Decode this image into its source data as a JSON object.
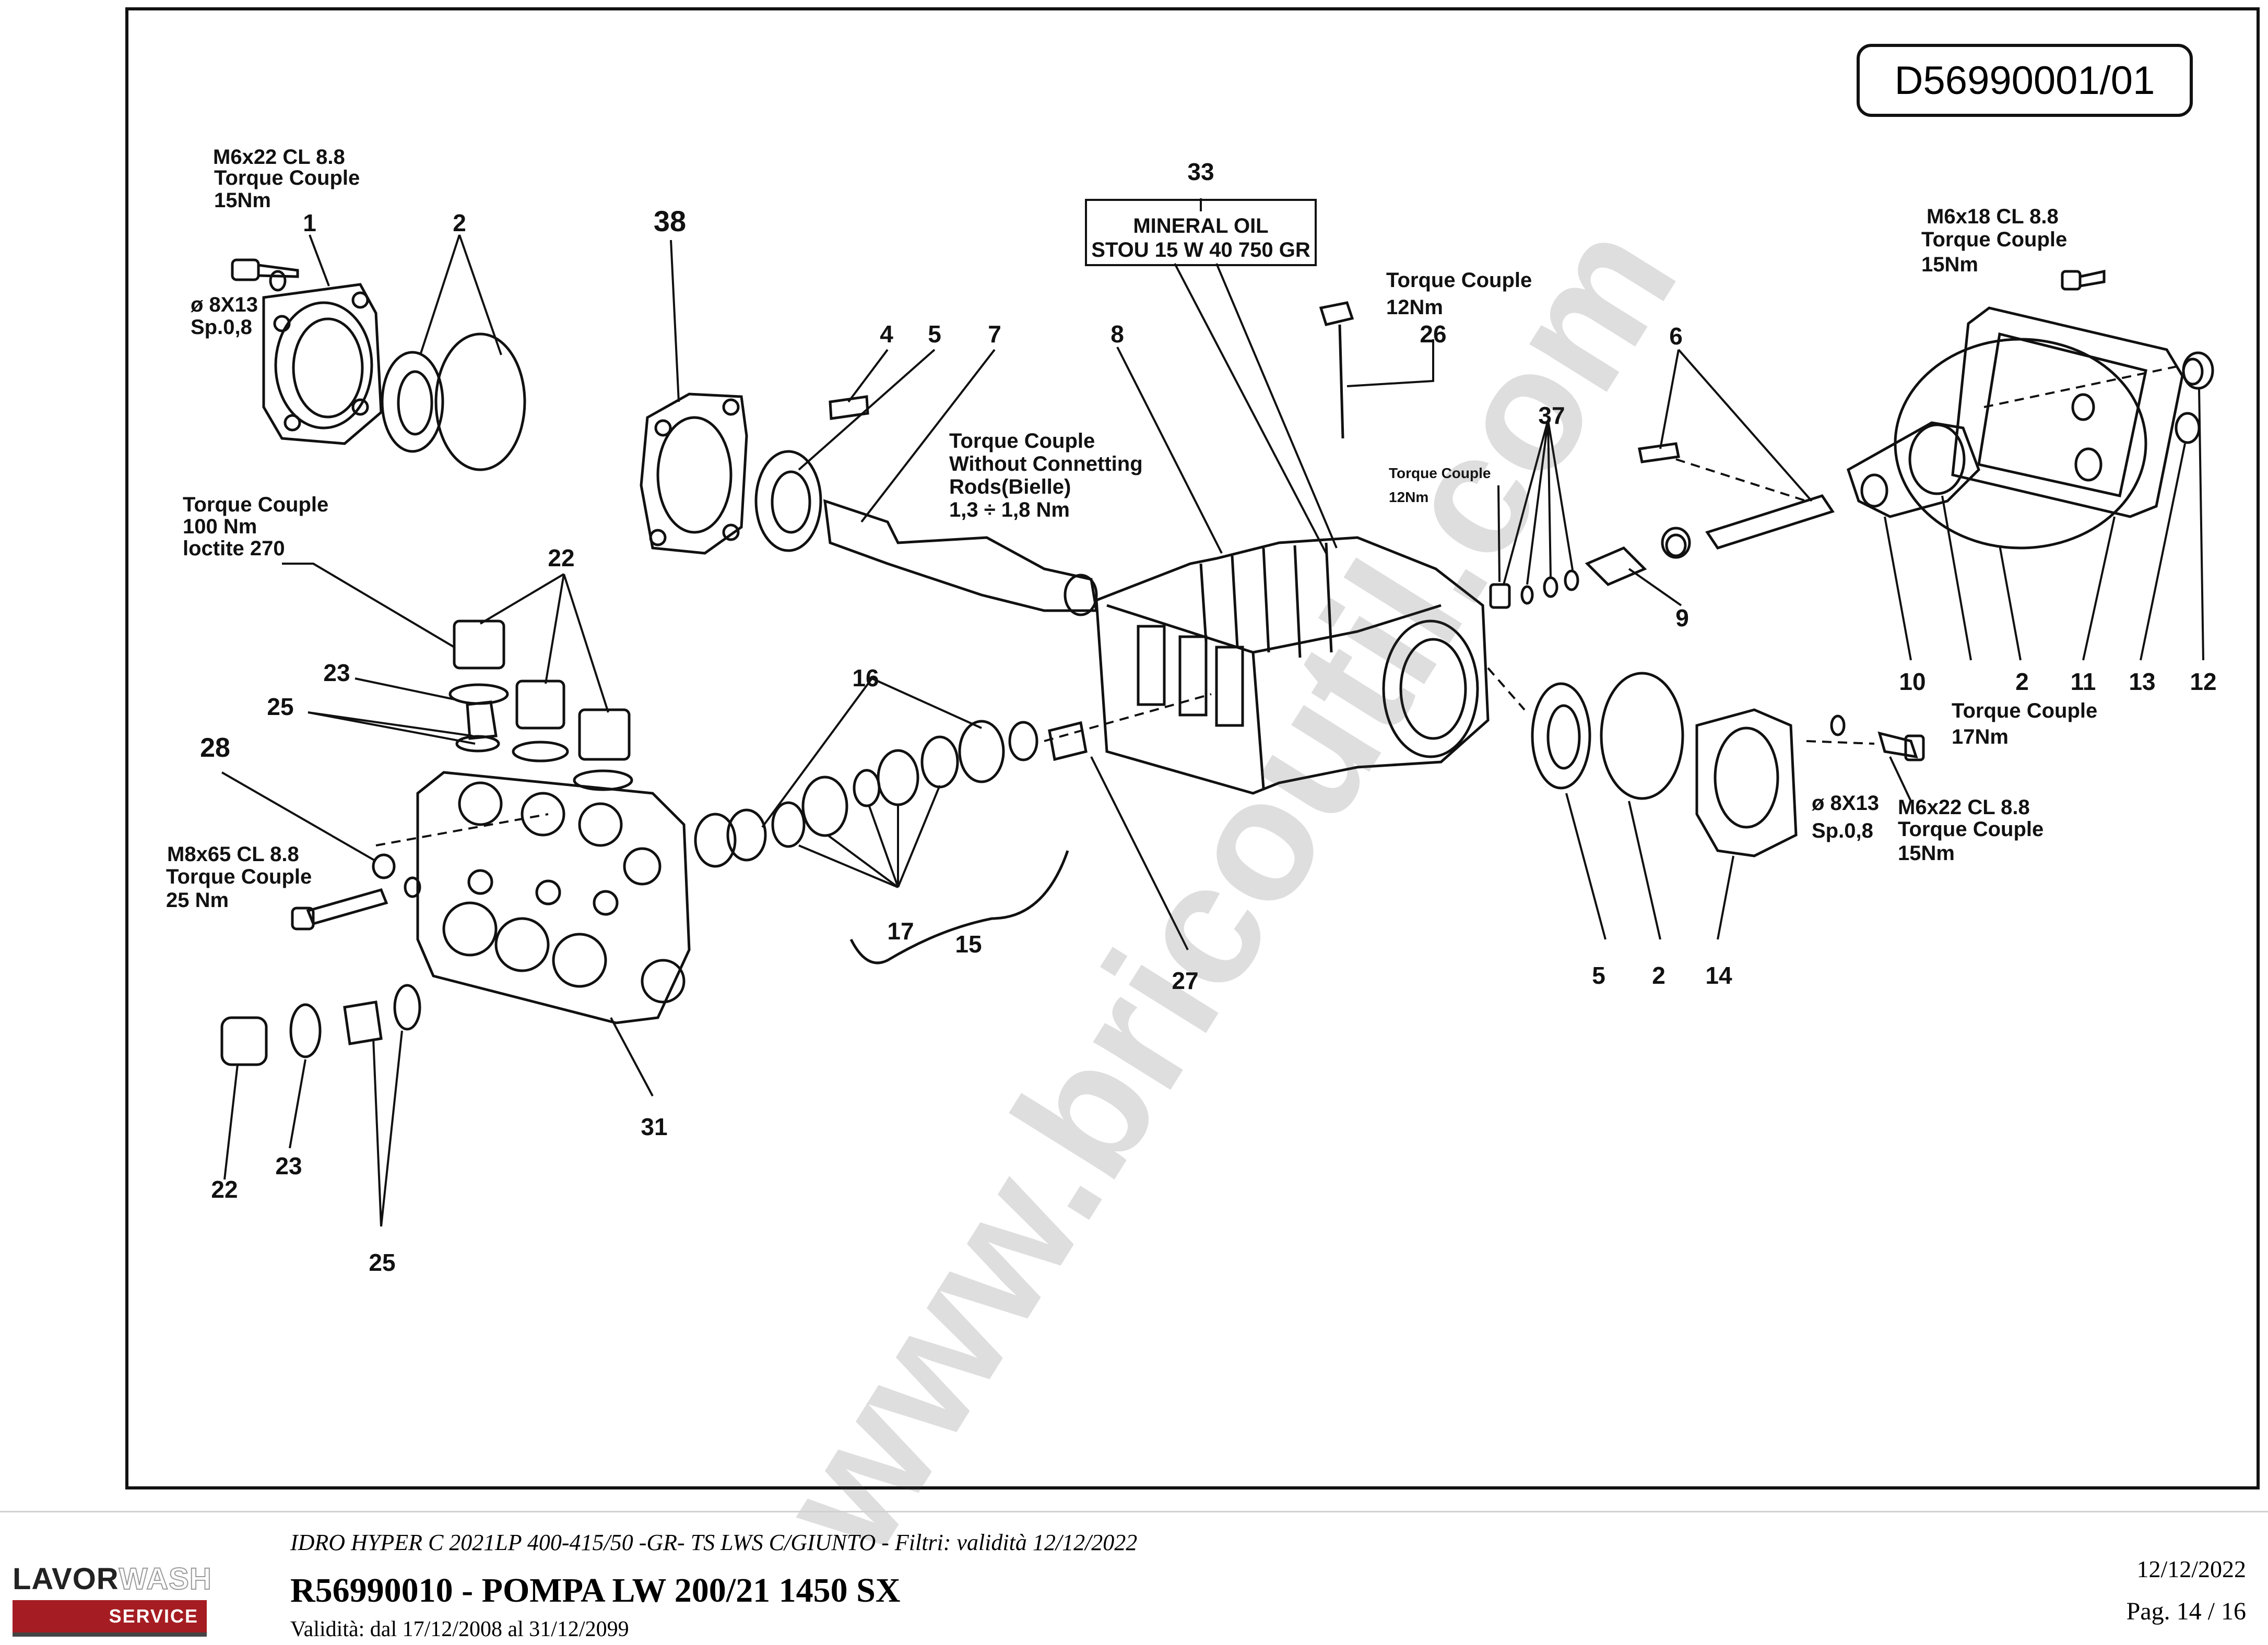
{
  "drawing_code": "D56990001/01",
  "watermark": "www.bricoutil.com",
  "callouts": {
    "p1": "1",
    "p2a": "2",
    "p2b": "2",
    "p2c": "2",
    "p4": "4",
    "p5a": "5",
    "p5b": "5",
    "p6": "6",
    "p7": "7",
    "p8": "8",
    "p9": "9",
    "p10": "10",
    "p11": "11",
    "p12": "12",
    "p13": "13",
    "p14": "14",
    "p15": "15",
    "p16": "16",
    "p17": "17",
    "p22a": "22",
    "p22b": "22",
    "p23a": "23",
    "p23b": "23",
    "p25a": "25",
    "p25b": "25",
    "p26": "26",
    "p27": "27",
    "p28": "28",
    "p31": "31",
    "p33": "33",
    "p37": "37",
    "p38": "38"
  },
  "notes": {
    "screw_tl": "M6x22 CL 8.8",
    "torque": "Torque Couple",
    "nm15": "15Nm",
    "washer_dia": "ø 8X13",
    "washer_sp": "Sp.0,8",
    "oil_1": "MINERAL OIL",
    "oil_2": "STOU 15 W 40  750 GR",
    "nm12": "12Nm",
    "nm12_small": "12Nm",
    "shaft_1": "Torque Couple",
    "shaft_2": "Without Connetting",
    "shaft_3": "Rods(Bielle)",
    "shaft_4": "1,3  ÷  1,8 Nm",
    "plug_1": "Torque Couple",
    "plug_2": "100 Nm",
    "plug_3": "loctite 270",
    "screw_tr": "M6x18 CL 8.8",
    "nm17": "17Nm",
    "screw_br": "M6x22 CL 8.8",
    "screw_ml": "M8x65 CL 8.8",
    "nm25": "25 Nm"
  },
  "footer": {
    "logo_main": "LAVOR",
    "logo_accent": "WASH",
    "logo_service": "SERVICE",
    "subtitle": "IDRO HYPER C 2021LP 400-415/50 -GR- TS LWS C/GIUNTO - Filtri: validità 12/12/2022",
    "title": "R56990010 - POMPA LW 200/21 1450 SX",
    "validity": "Validità: dal 17/12/2008 al 31/12/2099",
    "date": "12/12/2022",
    "page": "Pag. 14 / 16"
  }
}
